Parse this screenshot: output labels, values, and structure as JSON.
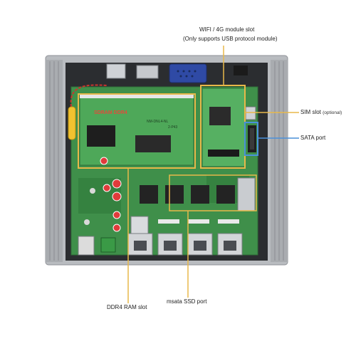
{
  "callouts": {
    "wifi_line1": "WIFI / 4G module slot",
    "wifi_line2": "(Only supports USB protocol module)",
    "sim_slot": "SIM slot",
    "sim_optional": "(optional)",
    "sata_port": "SATA port",
    "ddr4_slot": "DDR4 RAM slot",
    "msata_port": "msata SSD port"
  },
  "board_text": {
    "ram_stamp": "SDRAM DDR4",
    "ram_module_code": "NM-DNL4-NL",
    "ram_module_rev": "2-P43"
  },
  "colors": {
    "callout_yellow": "#e8b84a",
    "callout_blue": "#4a90d9",
    "pcb_green": "#3f8f4a"
  }
}
